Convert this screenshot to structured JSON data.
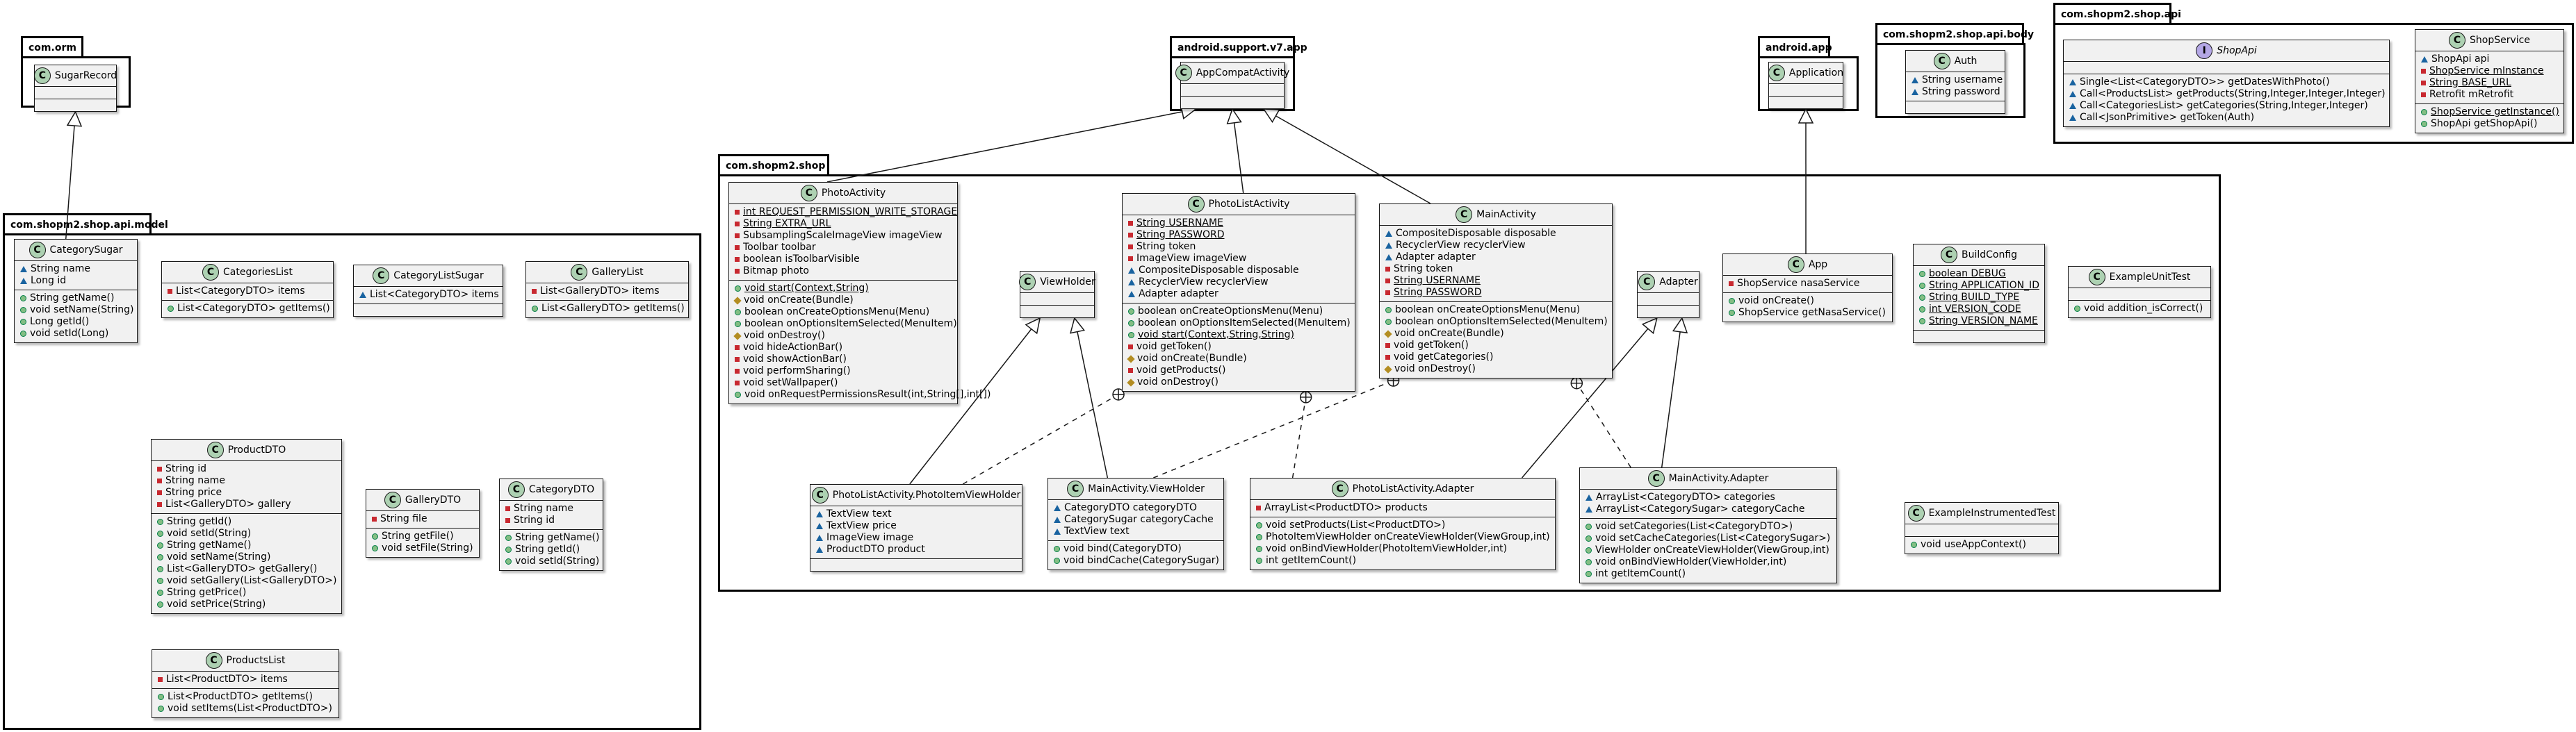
{
  "packages": {
    "orm": {
      "label": "com.orm"
    },
    "support": {
      "label": "android.support.v7.app"
    },
    "body": {
      "label": "com.shopm2.shop.api.body"
    },
    "app": {
      "label": "android.app"
    },
    "api": {
      "label": "com.shopm2.shop.api"
    },
    "model": {
      "label": "com.shopm2.shop.api.model"
    },
    "shop": {
      "label": "com.shopm2.shop"
    }
  },
  "classes": {
    "sugarrecord": {
      "name": "SugarRecord",
      "kind": "C",
      "fields": [],
      "methods": []
    },
    "appcompat": {
      "name": "AppCompatActivity",
      "kind": "C",
      "fields": [],
      "methods": []
    },
    "auth": {
      "name": "Auth",
      "kind": "C",
      "fields": [
        {
          "vis": "pkg",
          "text": "String username"
        },
        {
          "vis": "pkg",
          "text": "String password"
        }
      ],
      "methods": []
    },
    "application": {
      "name": "Application",
      "kind": "C",
      "fields": [],
      "methods": []
    },
    "shopapi": {
      "name": "ShopApi",
      "kind": "I",
      "fields": [],
      "methods": [
        {
          "vis": "pkg",
          "text": "Single<List<CategoryDTO>> getDatesWithPhoto()"
        },
        {
          "vis": "pkg",
          "text": "Call<ProductsList> getProducts(String,Integer,Integer,Integer)"
        },
        {
          "vis": "pkg",
          "text": "Call<CategoriesList> getCategories(String,Integer,Integer)"
        },
        {
          "vis": "pkg",
          "text": "Call<JsonPrimitive> getToken(Auth)"
        }
      ]
    },
    "shopservice": {
      "name": "ShopService",
      "kind": "C",
      "fields": [
        {
          "vis": "pkg",
          "text": "ShopApi api"
        },
        {
          "vis": "pri",
          "text": "ShopService mInstance",
          "static": true
        },
        {
          "vis": "pri",
          "text": "String BASE_URL",
          "static": true
        },
        {
          "vis": "pri",
          "text": "Retrofit mRetrofit"
        }
      ],
      "methods": [
        {
          "vis": "pub",
          "text": "ShopService getInstance()",
          "static": true
        },
        {
          "vis": "pub",
          "text": "ShopApi getShopApi()"
        }
      ]
    },
    "categorysugar": {
      "name": "CategorySugar",
      "kind": "C",
      "fields": [
        {
          "vis": "pkg",
          "text": "String name"
        },
        {
          "vis": "pkg",
          "text": "Long id"
        }
      ],
      "methods": [
        {
          "vis": "pub",
          "text": "String getName()"
        },
        {
          "vis": "pub",
          "text": "void setName(String)"
        },
        {
          "vis": "pub",
          "text": "Long getId()"
        },
        {
          "vis": "pub",
          "text": "void setId(Long)"
        }
      ]
    },
    "categorieslist": {
      "name": "CategoriesList",
      "kind": "C",
      "fields": [
        {
          "vis": "pri",
          "text": "List<CategoryDTO> items"
        }
      ],
      "methods": [
        {
          "vis": "pub",
          "text": "List<CategoryDTO> getItems()"
        }
      ]
    },
    "categorylistsugar": {
      "name": "CategoryListSugar",
      "kind": "C",
      "fields": [
        {
          "vis": "pkg",
          "text": "List<CategoryDTO> items"
        }
      ],
      "methods": []
    },
    "gallerylist": {
      "name": "GalleryList",
      "kind": "C",
      "fields": [
        {
          "vis": "pri",
          "text": "List<GalleryDTO> items"
        }
      ],
      "methods": [
        {
          "vis": "pub",
          "text": "List<GalleryDTO> getItems()"
        }
      ]
    },
    "productdto": {
      "name": "ProductDTO",
      "kind": "C",
      "fields": [
        {
          "vis": "pri",
          "text": "String id"
        },
        {
          "vis": "pri",
          "text": "String name"
        },
        {
          "vis": "pri",
          "text": "String price"
        },
        {
          "vis": "pri",
          "text": "List<GalleryDTO> gallery"
        }
      ],
      "methods": [
        {
          "vis": "pub",
          "text": "String getId()"
        },
        {
          "vis": "pub",
          "text": "void setId(String)"
        },
        {
          "vis": "pub",
          "text": "String getName()"
        },
        {
          "vis": "pub",
          "text": "void setName(String)"
        },
        {
          "vis": "pub",
          "text": "List<GalleryDTO> getGallery()"
        },
        {
          "vis": "pub",
          "text": "void setGallery(List<GalleryDTO>)"
        },
        {
          "vis": "pub",
          "text": "String getPrice()"
        },
        {
          "vis": "pub",
          "text": "void setPrice(String)"
        }
      ]
    },
    "gallerydto": {
      "name": "GalleryDTO",
      "kind": "C",
      "fields": [
        {
          "vis": "pri",
          "text": "String file"
        }
      ],
      "methods": [
        {
          "vis": "pub",
          "text": "String getFile()"
        },
        {
          "vis": "pub",
          "text": "void setFile(String)"
        }
      ]
    },
    "categorydto": {
      "name": "CategoryDTO",
      "kind": "C",
      "fields": [
        {
          "vis": "pri",
          "text": "String name"
        },
        {
          "vis": "pri",
          "text": "String id"
        }
      ],
      "methods": [
        {
          "vis": "pub",
          "text": "String getName()"
        },
        {
          "vis": "pub",
          "text": "String getId()"
        },
        {
          "vis": "pub",
          "text": "void setId(String)"
        }
      ]
    },
    "productslist": {
      "name": "ProductsList",
      "kind": "C",
      "fields": [
        {
          "vis": "pri",
          "text": "List<ProductDTO> items"
        }
      ],
      "methods": [
        {
          "vis": "pub",
          "text": "List<ProductDTO> getItems()"
        },
        {
          "vis": "pub",
          "text": "void setItems(List<ProductDTO>)"
        }
      ]
    },
    "photoactivity": {
      "name": "PhotoActivity",
      "kind": "C",
      "fields": [
        {
          "vis": "pri",
          "text": "int REQUEST_PERMISSION_WRITE_STORAGE",
          "static": true
        },
        {
          "vis": "pri",
          "text": "String EXTRA_URL",
          "static": true
        },
        {
          "vis": "pri",
          "text": "SubsamplingScaleImageView imageView"
        },
        {
          "vis": "pri",
          "text": "Toolbar toolbar"
        },
        {
          "vis": "pri",
          "text": "boolean isToolbarVisible"
        },
        {
          "vis": "pri",
          "text": "Bitmap photo"
        }
      ],
      "methods": [
        {
          "vis": "pub",
          "text": "void start(Context,String)",
          "static": true
        },
        {
          "vis": "prot",
          "text": "void onCreate(Bundle)"
        },
        {
          "vis": "pub",
          "text": "boolean onCreateOptionsMenu(Menu)"
        },
        {
          "vis": "pub",
          "text": "boolean onOptionsItemSelected(MenuItem)"
        },
        {
          "vis": "prot",
          "text": "void onDestroy()"
        },
        {
          "vis": "pri",
          "text": "void hideActionBar()"
        },
        {
          "vis": "pri",
          "text": "void showActionBar()"
        },
        {
          "vis": "pri",
          "text": "void performSharing()"
        },
        {
          "vis": "pri",
          "text": "void setWallpaper()"
        },
        {
          "vis": "pub",
          "text": "void onRequestPermissionsResult(int,String[],int[])"
        }
      ]
    },
    "photolistactivity": {
      "name": "PhotoListActivity",
      "kind": "C",
      "fields": [
        {
          "vis": "pri",
          "text": "String USERNAME",
          "static": true
        },
        {
          "vis": "pri",
          "text": "String PASSWORD",
          "static": true
        },
        {
          "vis": "pri",
          "text": "String token"
        },
        {
          "vis": "pri",
          "text": "ImageView imageView"
        },
        {
          "vis": "pkg",
          "text": "CompositeDisposable disposable"
        },
        {
          "vis": "pkg",
          "text": "RecyclerView recyclerView"
        },
        {
          "vis": "pkg",
          "text": "Adapter adapter"
        }
      ],
      "methods": [
        {
          "vis": "pub",
          "text": "boolean onCreateOptionsMenu(Menu)"
        },
        {
          "vis": "pub",
          "text": "boolean onOptionsItemSelected(MenuItem)"
        },
        {
          "vis": "pub",
          "text": "void start(Context,String,String)",
          "static": true
        },
        {
          "vis": "pri",
          "text": "void getToken()"
        },
        {
          "vis": "prot",
          "text": "void onCreate(Bundle)"
        },
        {
          "vis": "pri",
          "text": "void getProducts()"
        },
        {
          "vis": "prot",
          "text": "void onDestroy()"
        }
      ]
    },
    "mainactivity": {
      "name": "MainActivity",
      "kind": "C",
      "fields": [
        {
          "vis": "pkg",
          "text": "CompositeDisposable disposable"
        },
        {
          "vis": "pkg",
          "text": "RecyclerView recyclerView"
        },
        {
          "vis": "pkg",
          "text": "Adapter adapter"
        },
        {
          "vis": "pri",
          "text": "String token"
        },
        {
          "vis": "pri",
          "text": "String USERNAME",
          "static": true
        },
        {
          "vis": "pri",
          "text": "String PASSWORD",
          "static": true
        }
      ],
      "methods": [
        {
          "vis": "pub",
          "text": "boolean onCreateOptionsMenu(Menu)"
        },
        {
          "vis": "pub",
          "text": "boolean onOptionsItemSelected(MenuItem)"
        },
        {
          "vis": "prot",
          "text": "void onCreate(Bundle)"
        },
        {
          "vis": "pri",
          "text": "void getToken()"
        },
        {
          "vis": "pri",
          "text": "void getCategories()"
        },
        {
          "vis": "prot",
          "text": "void onDestroy()"
        }
      ]
    },
    "viewholder": {
      "name": "ViewHolder",
      "kind": "C",
      "fields": [],
      "methods": []
    },
    "adapter": {
      "name": "Adapter",
      "kind": "C",
      "fields": [],
      "methods": []
    },
    "appclass": {
      "name": "App",
      "kind": "C",
      "fields": [
        {
          "vis": "pri",
          "text": "ShopService nasaService"
        }
      ],
      "methods": [
        {
          "vis": "pub",
          "text": "void onCreate()"
        },
        {
          "vis": "pub",
          "text": "ShopService getNasaService()"
        }
      ]
    },
    "buildconfig": {
      "name": "BuildConfig",
      "kind": "C",
      "fields": [
        {
          "vis": "pub",
          "text": "boolean DEBUG",
          "static": true
        },
        {
          "vis": "pub",
          "text": "String APPLICATION_ID",
          "static": true
        },
        {
          "vis": "pub",
          "text": "String BUILD_TYPE",
          "static": true
        },
        {
          "vis": "pub",
          "text": "int VERSION_CODE",
          "static": true
        },
        {
          "vis": "pub",
          "text": "String VERSION_NAME",
          "static": true
        }
      ],
      "methods": []
    },
    "exampleunittest": {
      "name": "ExampleUnitTest",
      "kind": "C",
      "fields": [],
      "methods": [
        {
          "vis": "pub",
          "text": "void addition_isCorrect()"
        }
      ]
    },
    "photoitemviewholder": {
      "name": "PhotoListActivity.PhotoItemViewHolder",
      "kind": "C",
      "fields": [
        {
          "vis": "pkg",
          "text": "TextView text"
        },
        {
          "vis": "pkg",
          "text": "TextView price"
        },
        {
          "vis": "pkg",
          "text": "ImageView image"
        },
        {
          "vis": "pkg",
          "text": "ProductDTO product"
        }
      ],
      "methods": []
    },
    "mainviewholder": {
      "name": "MainActivity.ViewHolder",
      "kind": "C",
      "fields": [
        {
          "vis": "pkg",
          "text": "CategoryDTO categoryDTO"
        },
        {
          "vis": "pkg",
          "text": "CategorySugar categoryCache"
        },
        {
          "vis": "pkg",
          "text": "TextView text"
        }
      ],
      "methods": [
        {
          "vis": "pub",
          "text": "void bind(CategoryDTO)"
        },
        {
          "vis": "pub",
          "text": "void bindCache(CategorySugar)"
        }
      ]
    },
    "photolistadapter": {
      "name": "PhotoListActivity.Adapter",
      "kind": "C",
      "fields": [
        {
          "vis": "pri",
          "text": "ArrayList<ProductDTO> products"
        }
      ],
      "methods": [
        {
          "vis": "pub",
          "text": "void setProducts(List<ProductDTO>)"
        },
        {
          "vis": "pub",
          "text": "PhotoItemViewHolder onCreateViewHolder(ViewGroup,int)"
        },
        {
          "vis": "pub",
          "text": "void onBindViewHolder(PhotoItemViewHolder,int)"
        },
        {
          "vis": "pub",
          "text": "int getItemCount()"
        }
      ]
    },
    "mainadapter": {
      "name": "MainActivity.Adapter",
      "kind": "C",
      "fields": [
        {
          "vis": "pkg",
          "text": "ArrayList<CategoryDTO> categories"
        },
        {
          "vis": "pkg",
          "text": "ArrayList<CategorySugar> categoryCache"
        }
      ],
      "methods": [
        {
          "vis": "pub",
          "text": "void setCategories(List<CategoryDTO>)"
        },
        {
          "vis": "pub",
          "text": "void setCacheCategories(List<CategorySugar>)"
        },
        {
          "vis": "pub",
          "text": "ViewHolder onCreateViewHolder(ViewGroup,int)"
        },
        {
          "vis": "pub",
          "text": "void onBindViewHolder(ViewHolder,int)"
        },
        {
          "vis": "pub",
          "text": "int getItemCount()"
        }
      ]
    },
    "instrumentedtest": {
      "name": "ExampleInstrumentedTest",
      "kind": "C",
      "fields": [],
      "methods": [
        {
          "vis": "pub",
          "text": "void useAppContext()"
        }
      ]
    }
  },
  "relations": [
    {
      "from": "categorysugar",
      "to": "sugarrecord",
      "type": "extends"
    },
    {
      "from": "photoactivity",
      "to": "appcompat",
      "type": "extends"
    },
    {
      "from": "photolistactivity",
      "to": "appcompat",
      "type": "extends"
    },
    {
      "from": "mainactivity",
      "to": "appcompat",
      "type": "extends"
    },
    {
      "from": "appclass",
      "to": "application",
      "type": "extends"
    },
    {
      "from": "photoitemviewholder",
      "to": "viewholder",
      "type": "extends"
    },
    {
      "from": "mainviewholder",
      "to": "viewholder",
      "type": "extends"
    },
    {
      "from": "photolistadapter",
      "to": "adapter",
      "type": "extends"
    },
    {
      "from": "mainadapter",
      "to": "adapter",
      "type": "extends"
    },
    {
      "from": "photoitemviewholder",
      "to": "photolistactivity",
      "type": "nested"
    },
    {
      "from": "mainviewholder",
      "to": "mainactivity",
      "type": "nested"
    },
    {
      "from": "photolistadapter",
      "to": "photolistactivity",
      "type": "nested"
    },
    {
      "from": "mainadapter",
      "to": "mainactivity",
      "type": "nested"
    }
  ]
}
